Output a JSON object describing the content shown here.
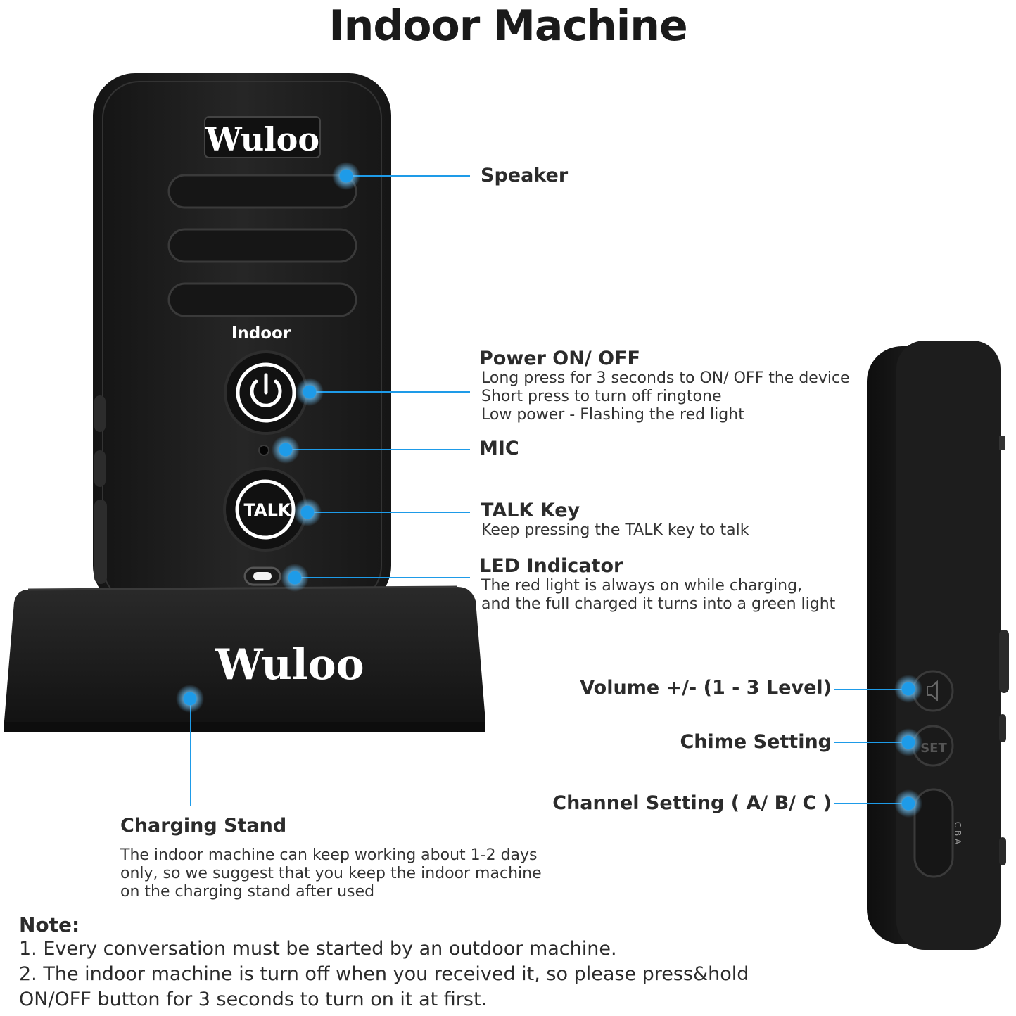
{
  "title": "Indoor Machine",
  "device": {
    "brand_top": "Wuloo",
    "brand_stand": "Wuloo",
    "indoor_label": "Indoor",
    "talk_button": "TALK",
    "set_button": "SET",
    "channel_letters": "C B A"
  },
  "callouts": {
    "speaker": {
      "label": "Speaker"
    },
    "power": {
      "label": "Power ON/ OFF",
      "lines": [
        "Long press for 3 seconds to ON/ OFF the device",
        "Short press to turn off  ringtone",
        "Low power - Flashing the red light"
      ]
    },
    "mic": {
      "label": "MIC"
    },
    "talk": {
      "label": "TALK Key",
      "lines": [
        "Keep pressing the TALK key to talk"
      ]
    },
    "led": {
      "label": "LED Indicator",
      "lines": [
        "The red light is always on while charging,",
        "and the full charged it turns into a green light"
      ]
    },
    "volume": {
      "label": "Volume +/-   (1 - 3 Level)"
    },
    "chime": {
      "label": "Chime Setting"
    },
    "channel": {
      "label": "Channel Setting ( A/ B/ C )"
    },
    "stand": {
      "label": "Charging Stand",
      "lines": [
        "The indoor machine can keep working about 1-2 days",
        "only, so we suggest that you keep the indoor machine",
        "on the charging stand after used"
      ]
    }
  },
  "note": {
    "title": "Note:",
    "lines": [
      "1. Every conversation must be started by an outdoor machine.",
      "2. The indoor machine is turn off when you received it, so please press&hold",
      "ON/OFF button for 3 seconds to turn on it at first."
    ]
  },
  "colors": {
    "callout_blue": "#1e9be8",
    "device_black": "#1c1c1c"
  }
}
